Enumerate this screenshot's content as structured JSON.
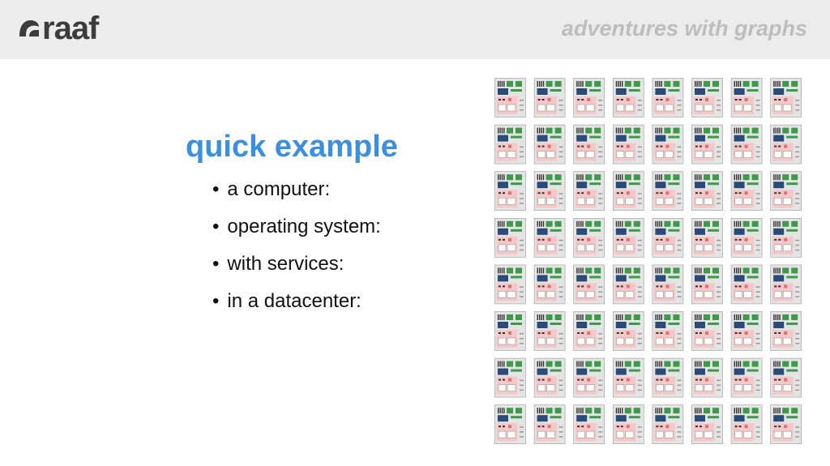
{
  "header": {
    "logo_text": "raaf",
    "tagline": "adventures with graphs"
  },
  "slide": {
    "title": "quick example",
    "bullets": [
      "a computer:",
      "operating system:",
      "with services:",
      "in a datacenter:"
    ]
  },
  "grid": {
    "rows": 8,
    "cols": 8,
    "icon": "computer-board-icon",
    "colors": {
      "frame": "#9a9a9a",
      "panel": "#e4e4e4",
      "pink": "#f4c7c9",
      "green": "#3e9a4a",
      "navy": "#2a4a78",
      "dark": "#333333"
    }
  }
}
